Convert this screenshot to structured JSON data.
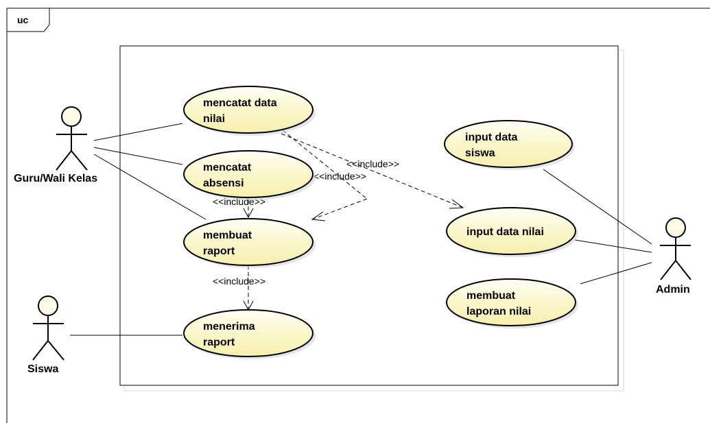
{
  "frame": {
    "tag": "uc"
  },
  "colors": {
    "use_case_fill": "#fbf7c9",
    "use_case_fill_light": "#fffdf0",
    "line": "#000000",
    "shadow": "#d8d8d8"
  },
  "actors": {
    "guru": {
      "name": "Guru/Wali Kelas"
    },
    "siswa": {
      "name": "Siswa"
    },
    "admin": {
      "name": "Admin"
    }
  },
  "use_cases": {
    "mencatat_nilai": {
      "line1": "mencatat data",
      "line2": "nilai"
    },
    "mencatat_absensi": {
      "line1": "mencatat",
      "line2": "absensi"
    },
    "membuat_raport": {
      "line1": "membuat",
      "line2": "raport"
    },
    "menerima_raport": {
      "line1": "menerima",
      "line2": "raport"
    },
    "input_siswa": {
      "line1": "input data",
      "line2": "siswa"
    },
    "input_nilai": {
      "line1": "input data nilai"
    },
    "laporan_nilai": {
      "line1": "membuat",
      "line2": "laporan nilai"
    }
  },
  "relations": {
    "include_label": "<<include>>"
  }
}
